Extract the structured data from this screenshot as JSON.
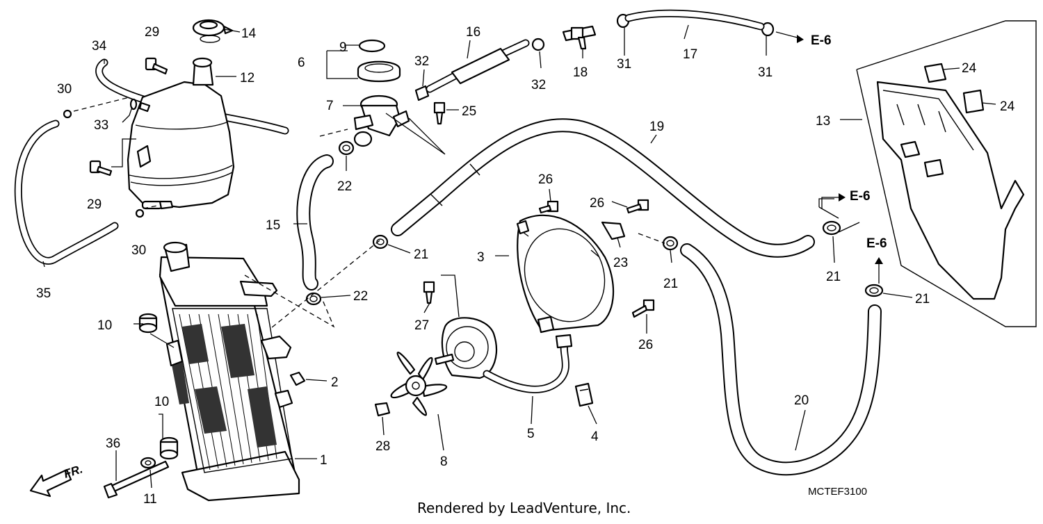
{
  "diagram": {
    "part_code": "MCTEF3100",
    "credit": "Rendered by LeadVenture, Inc.",
    "front_label": "FR.",
    "ref_label": "E-6",
    "callouts": [
      {
        "id": "c29a",
        "text": "29"
      },
      {
        "id": "c14",
        "text": "14"
      },
      {
        "id": "c34",
        "text": "34"
      },
      {
        "id": "c12",
        "text": "12"
      },
      {
        "id": "c30a",
        "text": "30"
      },
      {
        "id": "c33",
        "text": "33"
      },
      {
        "id": "c29b",
        "text": "29"
      },
      {
        "id": "c30b",
        "text": "30"
      },
      {
        "id": "c35",
        "text": "35"
      },
      {
        "id": "c9",
        "text": "9"
      },
      {
        "id": "c6",
        "text": "6"
      },
      {
        "id": "c7",
        "text": "7"
      },
      {
        "id": "c16",
        "text": "16"
      },
      {
        "id": "c32a",
        "text": "32"
      },
      {
        "id": "c32b",
        "text": "32"
      },
      {
        "id": "c25",
        "text": "25"
      },
      {
        "id": "c18",
        "text": "18"
      },
      {
        "id": "c31a",
        "text": "31"
      },
      {
        "id": "c17",
        "text": "17"
      },
      {
        "id": "c31b",
        "text": "31"
      },
      {
        "id": "c22a",
        "text": "22"
      },
      {
        "id": "c15",
        "text": "15"
      },
      {
        "id": "c21a",
        "text": "21"
      },
      {
        "id": "c22b",
        "text": "22"
      },
      {
        "id": "c19",
        "text": "19"
      },
      {
        "id": "c26a",
        "text": "26"
      },
      {
        "id": "c26b",
        "text": "26"
      },
      {
        "id": "c3",
        "text": "3"
      },
      {
        "id": "c23",
        "text": "23"
      },
      {
        "id": "c21b",
        "text": "21"
      },
      {
        "id": "c24a",
        "text": "24"
      },
      {
        "id": "c24b",
        "text": "24"
      },
      {
        "id": "c13",
        "text": "13"
      },
      {
        "id": "c21c",
        "text": "21"
      },
      {
        "id": "c21d",
        "text": "21"
      },
      {
        "id": "c10a",
        "text": "10"
      },
      {
        "id": "c2",
        "text": "2"
      },
      {
        "id": "c10b",
        "text": "10"
      },
      {
        "id": "c36",
        "text": "36"
      },
      {
        "id": "c11",
        "text": "11"
      },
      {
        "id": "c1",
        "text": "1"
      },
      {
        "id": "c27",
        "text": "27"
      },
      {
        "id": "c26c",
        "text": "26"
      },
      {
        "id": "c28",
        "text": "28"
      },
      {
        "id": "c8",
        "text": "8"
      },
      {
        "id": "c5",
        "text": "5"
      },
      {
        "id": "c4",
        "text": "4"
      },
      {
        "id": "c20",
        "text": "20"
      }
    ]
  }
}
